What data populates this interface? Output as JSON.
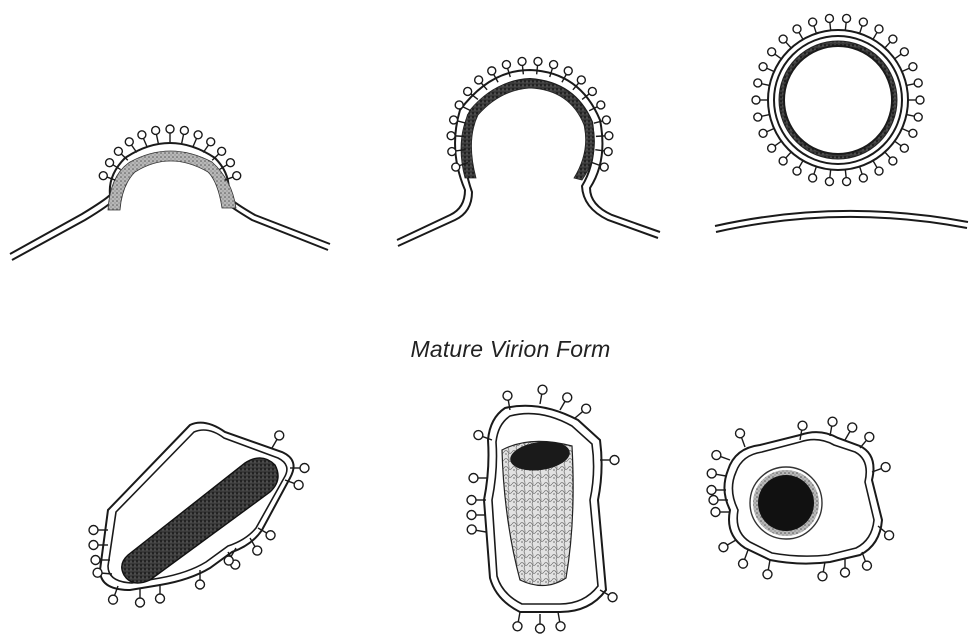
{
  "caption": "Mature Virion Form",
  "colors": {
    "ink": "#1a1a1a",
    "background": "#ffffff",
    "core_dark": "#2a2a2a",
    "core_shade": "#8a8a8a",
    "core_light": "#c8c8c8"
  },
  "stages": {
    "budding": [
      "budding-stage-early",
      "budding-stage-mid",
      "budding-stage-released"
    ],
    "mature_forms": [
      "bullet-shaped-virion",
      "cone-shaped-virion",
      "round-core-virion"
    ]
  }
}
